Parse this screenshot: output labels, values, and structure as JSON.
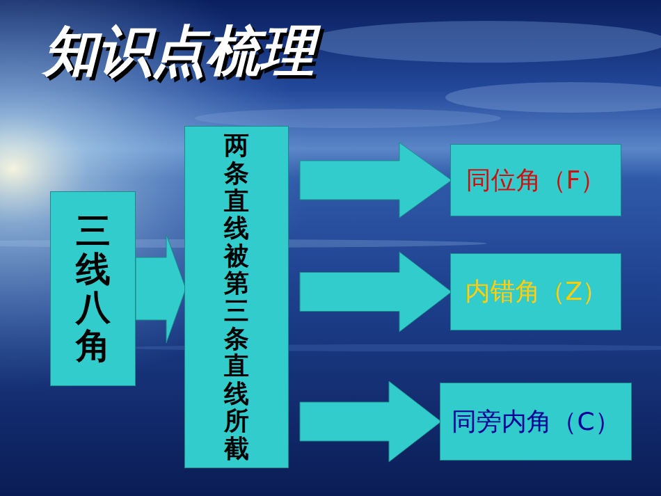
{
  "diagram": {
    "title": "知识点梳理",
    "nodes": [
      {
        "text": [
          "三线八角"
        ]
      },
      {
        "text": [
          "两条直线被第三条直线所截"
        ]
      },
      {
        "text": [
          "同位角（F）"
        ]
      },
      {
        "text": [
          "内错角（Z）"
        ]
      },
      {
        "text": [
          "同旁内角（C）"
        ]
      }
    ],
    "edges": [
      {
        "from": 0,
        "to": 1,
        "arrow": "to"
      },
      {
        "from": 1,
        "to": 2,
        "arrow": "to"
      },
      {
        "from": 1,
        "to": 3,
        "arrow": "to"
      },
      {
        "from": 1,
        "to": 4,
        "arrow": "to"
      }
    ]
  }
}
